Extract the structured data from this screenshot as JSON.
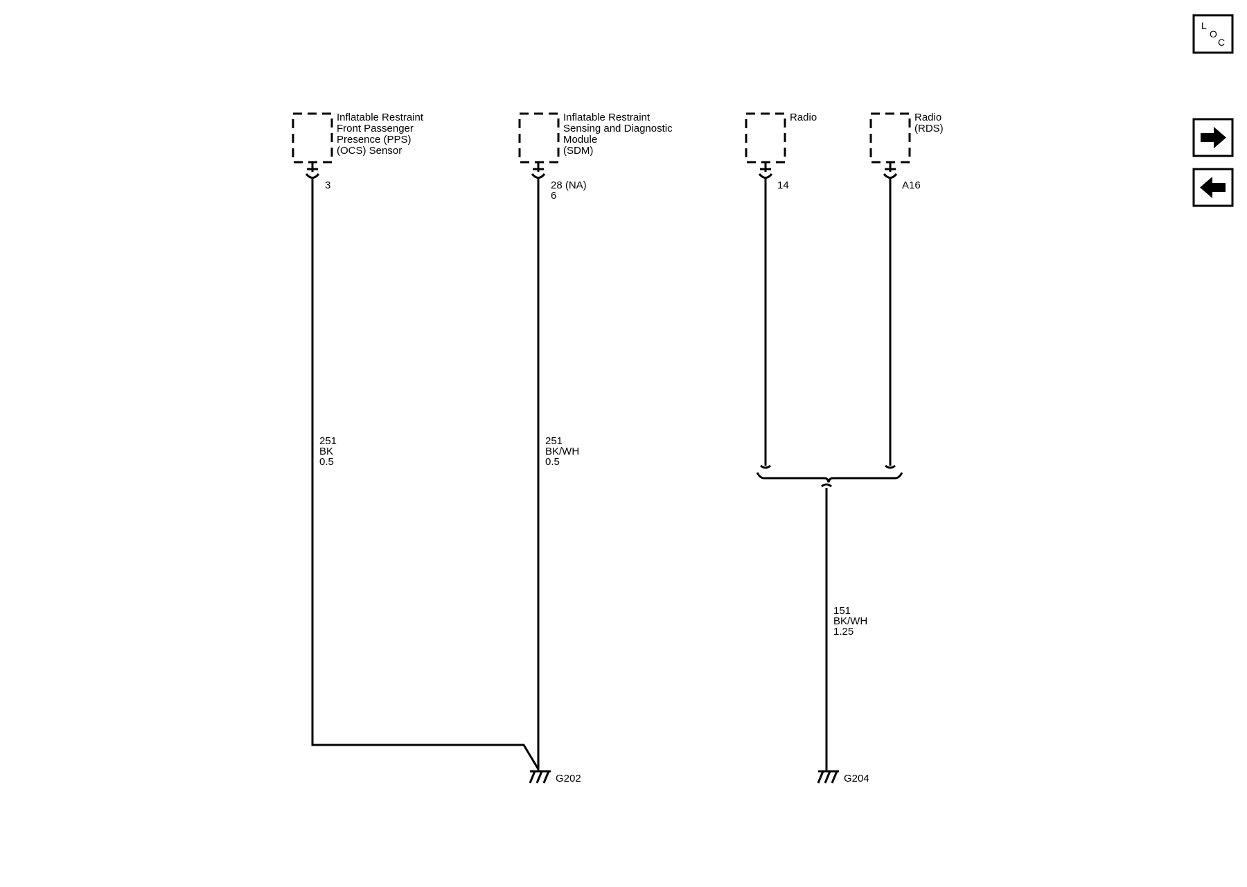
{
  "components": [
    {
      "id": "pps",
      "lines": [
        "Inflatable Restraint",
        "Front Passenger",
        "Presence (PPS)",
        "(OCS) Sensor"
      ],
      "pin": [
        "3"
      ]
    },
    {
      "id": "sdm",
      "lines": [
        "Inflatable Restraint",
        "Sensing and Diagnostic",
        "Module",
        "(SDM)"
      ],
      "pin": [
        "28 (NA)",
        "6"
      ]
    },
    {
      "id": "radio",
      "lines": [
        "Radio"
      ],
      "pin": [
        "14"
      ]
    },
    {
      "id": "radio_rds",
      "lines": [
        "Radio",
        "(RDS)"
      ],
      "pin": [
        "A16"
      ]
    }
  ],
  "wires": [
    {
      "id": "w1",
      "lines": [
        "251",
        "BK",
        "0.5"
      ]
    },
    {
      "id": "w2",
      "lines": [
        "251",
        "BK/WH",
        "0.5"
      ]
    },
    {
      "id": "w3",
      "lines": [
        "151",
        "BK/WH",
        "1.25"
      ]
    }
  ],
  "grounds": [
    {
      "id": "g202",
      "label": "G202"
    },
    {
      "id": "g204",
      "label": "G204"
    }
  ],
  "nav": {
    "loc_letters": [
      "L",
      "O",
      "C"
    ],
    "next_icon": "arrow-right-icon",
    "prev_icon": "arrow-left-icon"
  },
  "colors": {
    "line": "#000000",
    "background": "#ffffff"
  }
}
